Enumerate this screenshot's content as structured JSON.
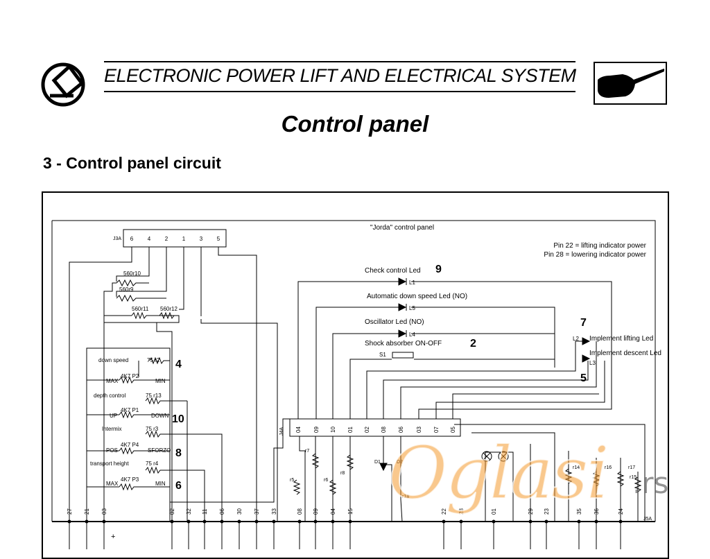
{
  "header": {
    "doc_title": "ELECTRONIC POWER LIFT AND ELECTRICAL SYSTEM",
    "page_title": "Control panel",
    "section_title": "3 - Control panel circuit"
  },
  "diagram": {
    "panel_title": "\"Jorda\" control panel",
    "notes": [
      "Pin 22 = lifting indicator power",
      "Pin 28 = lowering indicator power"
    ],
    "connector_j3a": {
      "label": "J3A",
      "pins": [
        "6",
        "4",
        "2",
        "1",
        "3",
        "5"
      ]
    },
    "connector_j4a": {
      "label": "J4A",
      "pins": [
        "04",
        "09",
        "10",
        "01",
        "02",
        "08",
        "06",
        "03",
        "07",
        "05"
      ]
    },
    "connector_j5a": {
      "label": "J5A"
    },
    "resistors": [
      "560r10",
      "560r9",
      "560r11",
      "560r12"
    ],
    "leds": [
      {
        "code": "L1",
        "label": "Check control Led",
        "ref": "9"
      },
      {
        "code": "L5",
        "label": "Automatic down speed Led (NO)",
        "ref": ""
      },
      {
        "code": "L4",
        "label": "Oscillator Led (NO)",
        "ref": ""
      },
      {
        "code": "L2",
        "label": "Implement lifting Led",
        "ref": "7"
      },
      {
        "code": "L3",
        "label": "Implement descent Led",
        "ref": "5"
      }
    ],
    "switch": {
      "code": "S1",
      "label": "Shock absorber ON-OFF",
      "ref": "2"
    },
    "pots": [
      {
        "title": "down speed",
        "ref": "4",
        "trim": "75 r2",
        "pot": "4K7 P2",
        "min_label": "MAX",
        "max_label": "MIN"
      },
      {
        "title": "depth control",
        "ref": "10",
        "trim": "75 r13",
        "pot": "4K7 P1",
        "min_label": "UP",
        "max_label": "DOWN"
      },
      {
        "title": "Intermix",
        "ref": "8",
        "trim": "75 r3",
        "pot": "4K7 P4",
        "min_label": "POS",
        "max_label": "SFORZO"
      },
      {
        "title": "transport height",
        "ref": "6",
        "trim": "75 r4",
        "pot": "4K7 P3",
        "min_label": "MAX",
        "max_label": "MIN"
      }
    ],
    "lower_components": [
      "r7",
      "r5",
      "r6",
      "r8",
      "D1",
      "D2",
      "r18",
      "r14",
      "r16",
      "r17",
      "r15"
    ],
    "bottom_terminals": [
      "27",
      "21",
      "03",
      "02",
      "32",
      "11",
      "06",
      "30",
      "37",
      "33",
      "08",
      "09",
      "04",
      "15",
      "22",
      "28",
      "01",
      "29",
      "23",
      "35",
      "36",
      "24"
    ],
    "plus_sign": "+"
  },
  "watermark": {
    "text": "Oglasi",
    "tld": ".rs"
  }
}
